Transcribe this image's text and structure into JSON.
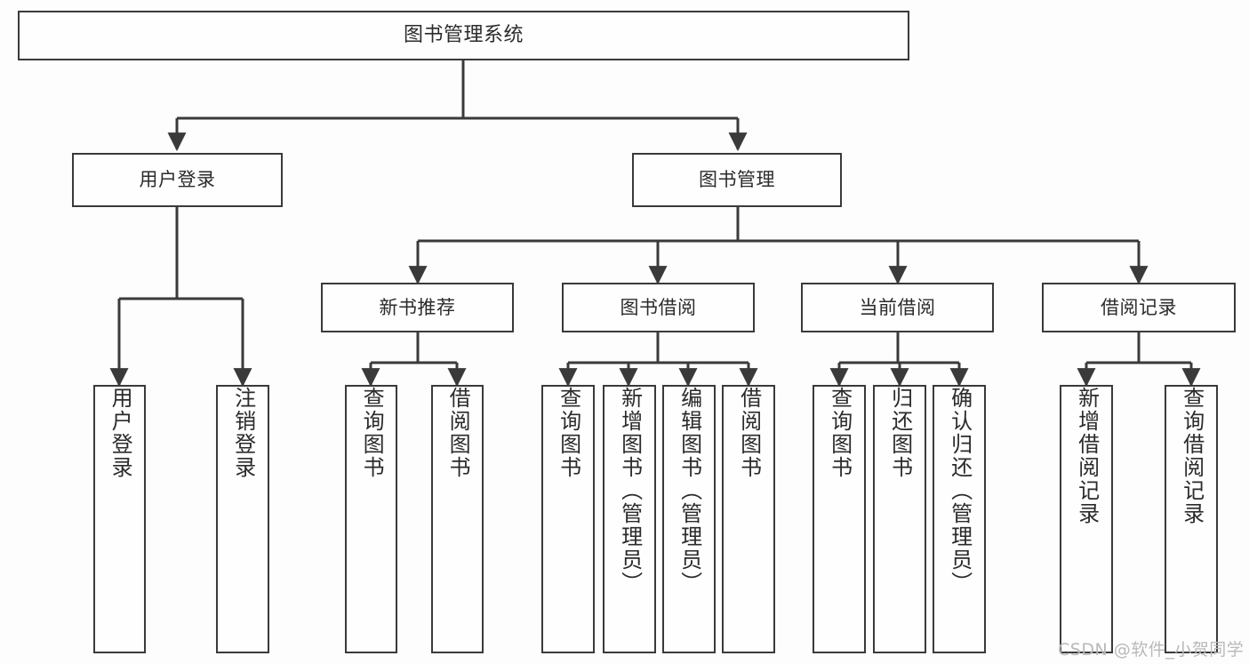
{
  "diagram": {
    "title": "图书管理系统",
    "type": "tree-hierarchy-diagram",
    "theme": {
      "background": "#fdfdfd",
      "box_fill": "#fefefe",
      "box_stroke": "#3a3a3a",
      "text_color": "#2b2b2b",
      "watermark_color": "#b9b9b9"
    },
    "root": {
      "label": "图书管理系统"
    },
    "level1": [
      {
        "label": "用户登录"
      },
      {
        "label": "图书管理"
      }
    ],
    "level2": [
      {
        "label": "新书推荐"
      },
      {
        "label": "图书借阅"
      },
      {
        "label": "当前借阅"
      },
      {
        "label": "借阅记录"
      }
    ],
    "leaves": {
      "user_login": [
        {
          "label": "用户登录"
        },
        {
          "label": "注销登录"
        }
      ],
      "new_book_recommend": [
        {
          "label": "查询图书"
        },
        {
          "label": "借阅图书"
        }
      ],
      "book_borrow": [
        {
          "label": "查询图书"
        },
        {
          "label": "新增图书（管理员）"
        },
        {
          "label": "编辑图书（管理员）"
        },
        {
          "label": "借阅图书"
        }
      ],
      "current_borrow": [
        {
          "label": "查询图书"
        },
        {
          "label": "归还图书"
        },
        {
          "label": "确认归还（管理员）"
        }
      ],
      "borrow_record": [
        {
          "label": "新增借阅记录"
        },
        {
          "label": "查询借阅记录"
        }
      ]
    },
    "watermark": "CSDN @软件_小贺同学"
  }
}
